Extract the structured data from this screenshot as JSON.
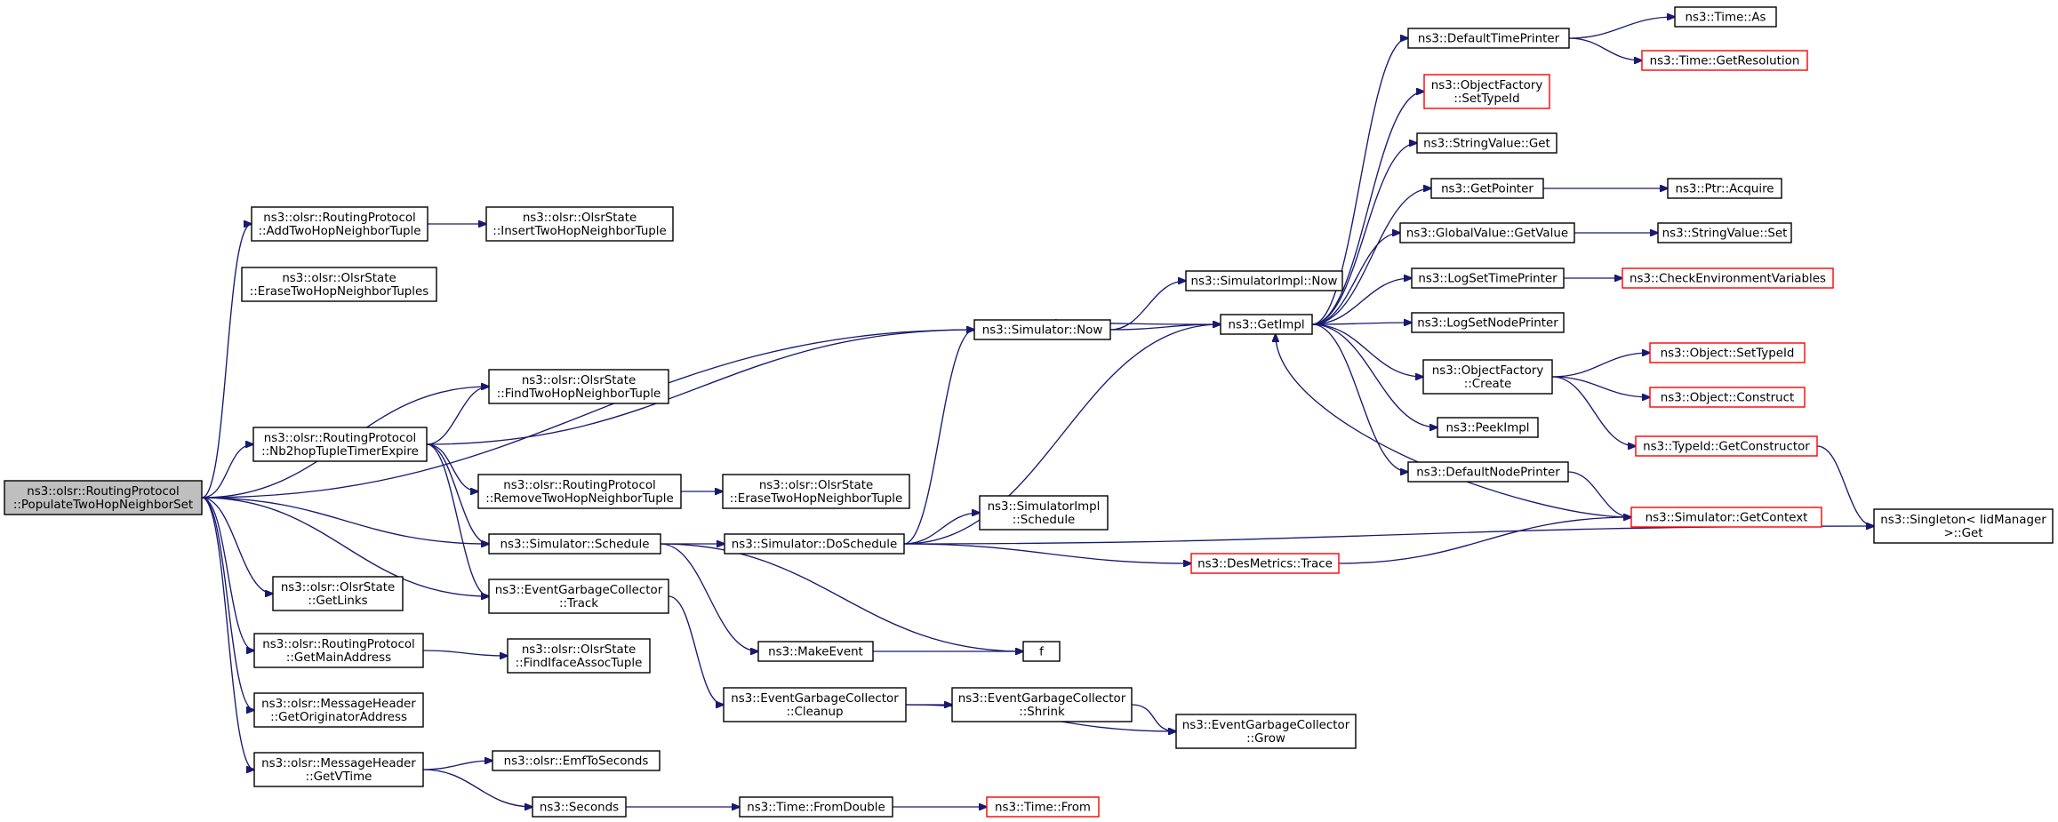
{
  "colors": {
    "edge": "#191970",
    "node_border": "#000000",
    "truncated_node_border": "#ff0000",
    "root_fill": "#bfbfbf",
    "background": "#ffffff"
  },
  "nodes": [
    {
      "id": "root",
      "lines": [
        "ns3::olsr::RoutingProtocol",
        "::PopulateTwoHopNeighborSet"
      ],
      "root": true
    },
    {
      "id": "addTwoHop",
      "lines": [
        "ns3::olsr::RoutingProtocol",
        "::AddTwoHopNeighborTuple"
      ]
    },
    {
      "id": "insertTwoHop",
      "lines": [
        "ns3::olsr::OlsrState",
        "::InsertTwoHopNeighborTuple"
      ]
    },
    {
      "id": "eraseTwoHopTuples",
      "lines": [
        "ns3::olsr::OlsrState",
        "::EraseTwoHopNeighborTuples"
      ]
    },
    {
      "id": "findTwoHop",
      "lines": [
        "ns3::olsr::OlsrState",
        "::FindTwoHopNeighborTuple"
      ]
    },
    {
      "id": "nb2hop",
      "lines": [
        "ns3::olsr::RoutingProtocol",
        "::Nb2hopTupleTimerExpire"
      ]
    },
    {
      "id": "removeTwoHop",
      "lines": [
        "ns3::olsr::RoutingProtocol",
        "::RemoveTwoHopNeighborTuple"
      ]
    },
    {
      "id": "eraseTwoHop",
      "lines": [
        "ns3::olsr::OlsrState",
        "::EraseTwoHopNeighborTuple"
      ]
    },
    {
      "id": "schedule",
      "lines": [
        "ns3::Simulator::Schedule"
      ]
    },
    {
      "id": "egcTrack",
      "lines": [
        "ns3::EventGarbageCollector",
        "::Track"
      ]
    },
    {
      "id": "getLinks",
      "lines": [
        "ns3::olsr::OlsrState",
        "::GetLinks"
      ]
    },
    {
      "id": "getMainAddress",
      "lines": [
        "ns3::olsr::RoutingProtocol",
        "::GetMainAddress"
      ]
    },
    {
      "id": "findIface",
      "lines": [
        "ns3::olsr::OlsrState",
        "::FindIfaceAssocTuple"
      ]
    },
    {
      "id": "getOriginator",
      "lines": [
        "ns3::olsr::MessageHeader",
        "::GetOriginatorAddress"
      ]
    },
    {
      "id": "getVTime",
      "lines": [
        "ns3::olsr::MessageHeader",
        "::GetVTime"
      ]
    },
    {
      "id": "emfToSeconds",
      "lines": [
        "ns3::olsr::EmfToSeconds"
      ]
    },
    {
      "id": "seconds",
      "lines": [
        "ns3::Seconds"
      ]
    },
    {
      "id": "fromDouble",
      "lines": [
        "ns3::Time::FromDouble"
      ]
    },
    {
      "id": "timeFrom",
      "lines": [
        "ns3::Time::From"
      ],
      "red": true
    },
    {
      "id": "simNow",
      "lines": [
        "ns3::Simulator::Now"
      ]
    },
    {
      "id": "simImplNow",
      "lines": [
        "ns3::SimulatorImpl::Now"
      ]
    },
    {
      "id": "getImpl",
      "lines": [
        "ns3::GetImpl"
      ]
    },
    {
      "id": "doSchedule",
      "lines": [
        "ns3::Simulator::DoSchedule"
      ]
    },
    {
      "id": "simImplSchedule",
      "lines": [
        "ns3::SimulatorImpl",
        "::Schedule"
      ]
    },
    {
      "id": "desTrace",
      "lines": [
        "ns3::DesMetrics::Trace"
      ],
      "red": true
    },
    {
      "id": "makeEvent",
      "lines": [
        "ns3::MakeEvent"
      ]
    },
    {
      "id": "f",
      "lines": [
        "f"
      ]
    },
    {
      "id": "egcCleanup",
      "lines": [
        "ns3::EventGarbageCollector",
        "::Cleanup"
      ]
    },
    {
      "id": "egcShrink",
      "lines": [
        "ns3::EventGarbageCollector",
        "::Shrink"
      ]
    },
    {
      "id": "egcGrow",
      "lines": [
        "ns3::EventGarbageCollector",
        "::Grow"
      ]
    },
    {
      "id": "defTimePrinter",
      "lines": [
        "ns3::DefaultTimePrinter"
      ]
    },
    {
      "id": "timeAs",
      "lines": [
        "ns3::Time::As"
      ]
    },
    {
      "id": "timeGetRes",
      "lines": [
        "ns3::Time::GetResolution"
      ],
      "red": true
    },
    {
      "id": "ofSetTypeId",
      "lines": [
        "ns3::ObjectFactory",
        "::SetTypeId"
      ],
      "red": true
    },
    {
      "id": "stringValueGet",
      "lines": [
        "ns3::StringValue::Get"
      ]
    },
    {
      "id": "getPointer",
      "lines": [
        "ns3::GetPointer"
      ]
    },
    {
      "id": "ptrAcquire",
      "lines": [
        "ns3::Ptr::Acquire"
      ]
    },
    {
      "id": "gvGetValue",
      "lines": [
        "ns3::GlobalValue::GetValue"
      ]
    },
    {
      "id": "stringValueSet",
      "lines": [
        "ns3::StringValue::Set"
      ]
    },
    {
      "id": "logSetTime",
      "lines": [
        "ns3::LogSetTimePrinter"
      ]
    },
    {
      "id": "checkEnv",
      "lines": [
        "ns3::CheckEnvironmentVariables"
      ],
      "red": true
    },
    {
      "id": "logSetNode",
      "lines": [
        "ns3::LogSetNodePrinter"
      ]
    },
    {
      "id": "ofCreate",
      "lines": [
        "ns3::ObjectFactory",
        "::Create"
      ]
    },
    {
      "id": "objSetTypeId",
      "lines": [
        "ns3::Object::SetTypeId"
      ],
      "red": true
    },
    {
      "id": "objConstruct",
      "lines": [
        "ns3::Object::Construct"
      ],
      "red": true
    },
    {
      "id": "typeIdGetCtor",
      "lines": [
        "ns3::TypeId::GetConstructor"
      ],
      "red": true
    },
    {
      "id": "peekImpl",
      "lines": [
        "ns3::PeekImpl"
      ]
    },
    {
      "id": "defNodePrinter",
      "lines": [
        "ns3::DefaultNodePrinter"
      ]
    },
    {
      "id": "simGetContext",
      "lines": [
        "ns3::Simulator::GetContext"
      ],
      "red": true
    },
    {
      "id": "singletonGet",
      "lines": [
        "ns3::Singleton< IidManager",
        " >::Get"
      ]
    }
  ],
  "edges": [
    [
      "root",
      "addTwoHop"
    ],
    [
      "addTwoHop",
      "insertTwoHop"
    ],
    [
      "root",
      "findTwoHop"
    ],
    [
      "root",
      "simNow"
    ],
    [
      "root",
      "nb2hop"
    ],
    [
      "nb2hop",
      "findTwoHop"
    ],
    [
      "nb2hop",
      "simNow"
    ],
    [
      "nb2hop",
      "removeTwoHop"
    ],
    [
      "removeTwoHop",
      "eraseTwoHop"
    ],
    [
      "nb2hop",
      "schedule"
    ],
    [
      "nb2hop",
      "egcTrack"
    ],
    [
      "root",
      "schedule"
    ],
    [
      "root",
      "egcTrack"
    ],
    [
      "root",
      "getLinks"
    ],
    [
      "root",
      "getMainAddress"
    ],
    [
      "getMainAddress",
      "findIface"
    ],
    [
      "root",
      "getOriginator"
    ],
    [
      "root",
      "getVTime"
    ],
    [
      "getVTime",
      "emfToSeconds"
    ],
    [
      "getVTime",
      "seconds"
    ],
    [
      "seconds",
      "fromDouble"
    ],
    [
      "fromDouble",
      "timeFrom"
    ],
    [
      "schedule",
      "doSchedule"
    ],
    [
      "schedule",
      "makeEvent"
    ],
    [
      "schedule",
      "f"
    ],
    [
      "makeEvent",
      "f"
    ],
    [
      "egcTrack",
      "egcCleanup"
    ],
    [
      "egcCleanup",
      "egcShrink"
    ],
    [
      "egcCleanup",
      "egcGrow"
    ],
    [
      "egcShrink",
      "egcGrow"
    ],
    [
      "doSchedule",
      "simNow"
    ],
    [
      "doSchedule",
      "getImpl"
    ],
    [
      "doSchedule",
      "simImplSchedule"
    ],
    [
      "doSchedule",
      "desTrace"
    ],
    [
      "doSchedule",
      "singletonGet"
    ],
    [
      "simNow",
      "simImplNow"
    ],
    [
      "simNow",
      "getImpl"
    ],
    [
      "desTrace",
      "simGetContext"
    ],
    [
      "getImpl",
      "defTimePrinter"
    ],
    [
      "getImpl",
      "simNow"
    ],
    [
      "getImpl",
      "ofSetTypeId"
    ],
    [
      "getImpl",
      "stringValueGet"
    ],
    [
      "getImpl",
      "getPointer"
    ],
    [
      "getImpl",
      "gvGetValue"
    ],
    [
      "getImpl",
      "logSetTime"
    ],
    [
      "getImpl",
      "logSetNode"
    ],
    [
      "getImpl",
      "ofCreate"
    ],
    [
      "getImpl",
      "peekImpl"
    ],
    [
      "getImpl",
      "defNodePrinter"
    ],
    [
      "defTimePrinter",
      "timeAs"
    ],
    [
      "defTimePrinter",
      "timeGetRes"
    ],
    [
      "getPointer",
      "ptrAcquire"
    ],
    [
      "gvGetValue",
      "stringValueSet"
    ],
    [
      "logSetTime",
      "checkEnv"
    ],
    [
      "ofCreate",
      "objSetTypeId"
    ],
    [
      "ofCreate",
      "objConstruct"
    ],
    [
      "ofCreate",
      "typeIdGetCtor"
    ],
    [
      "defNodePrinter",
      "simGetContext"
    ],
    [
      "simGetContext",
      "getImpl"
    ],
    [
      "typeIdGetCtor",
      "singletonGet"
    ]
  ]
}
